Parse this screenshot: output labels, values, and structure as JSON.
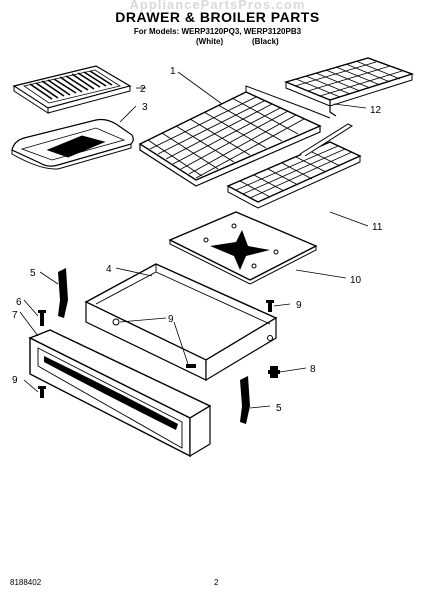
{
  "watermark": "AppliancePartsPros.com",
  "header": {
    "title": "DRAWER & BROILER PARTS",
    "models": "For Models: WERP3120PQ3, WERP3120PB3",
    "variant_white": "(White)",
    "variant_black": "(Black)"
  },
  "callouts": {
    "c1": "1",
    "c2": "2",
    "c3": "3",
    "c4": "4",
    "c5a": "5",
    "c5b": "5",
    "c6": "6",
    "c7": "7",
    "c8": "8",
    "c9a": "9",
    "c9b": "9",
    "c9c": "9",
    "c10": "10",
    "c11": "11",
    "c12": "12"
  },
  "footer": {
    "doc_number": "8188402",
    "page_number": "2"
  }
}
